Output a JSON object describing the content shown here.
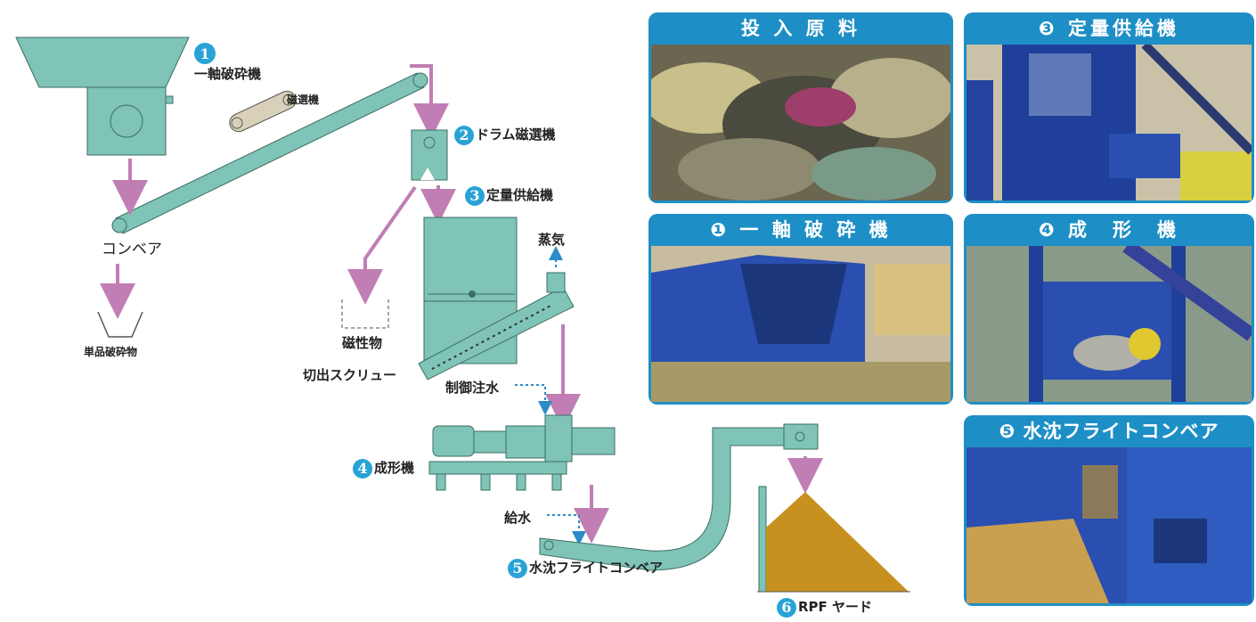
{
  "colors": {
    "machine": "#7fc4b6",
    "machine_stroke": "#3a6e64",
    "flow_arrow": "#c07eb4",
    "water_arrow": "#2a8cc8",
    "pile": "#c8901e",
    "badge": "#29a3d6",
    "card_header": "#1e8fc6"
  },
  "diagram": {
    "badge_1": "1",
    "label_1": "一軸破砕機",
    "magnet_small": "磁選機",
    "conveyor": "コンベア",
    "single_product": "単品破砕物",
    "badge_2": "2",
    "label_2": "ドラム磁選機",
    "badge_3": "3",
    "label_3": "定量供給機",
    "magnetic": "磁性物",
    "steam": "蒸気",
    "screw": "切出スクリュー",
    "control_water": "制御注水",
    "badge_4": "4",
    "label_4": "成形機",
    "feed_water": "給水",
    "badge_5": "5",
    "label_5": "水沈フライトコンベア",
    "badge_6": "6",
    "label_6": "RPF ヤード"
  },
  "photos": [
    {
      "title": "投 入 原 料",
      "icon": "waste-photo"
    },
    {
      "title": "❸ 定量供給機",
      "icon": "feeder-photo"
    },
    {
      "title": "❶ 一 軸 破 砕 機",
      "icon": "shredder-photo"
    },
    {
      "title": "❹ 成　形　機",
      "icon": "molding-photo"
    },
    {
      "title": "❺ 水沈フライトコンベア",
      "icon": "conveyor-photo"
    }
  ]
}
